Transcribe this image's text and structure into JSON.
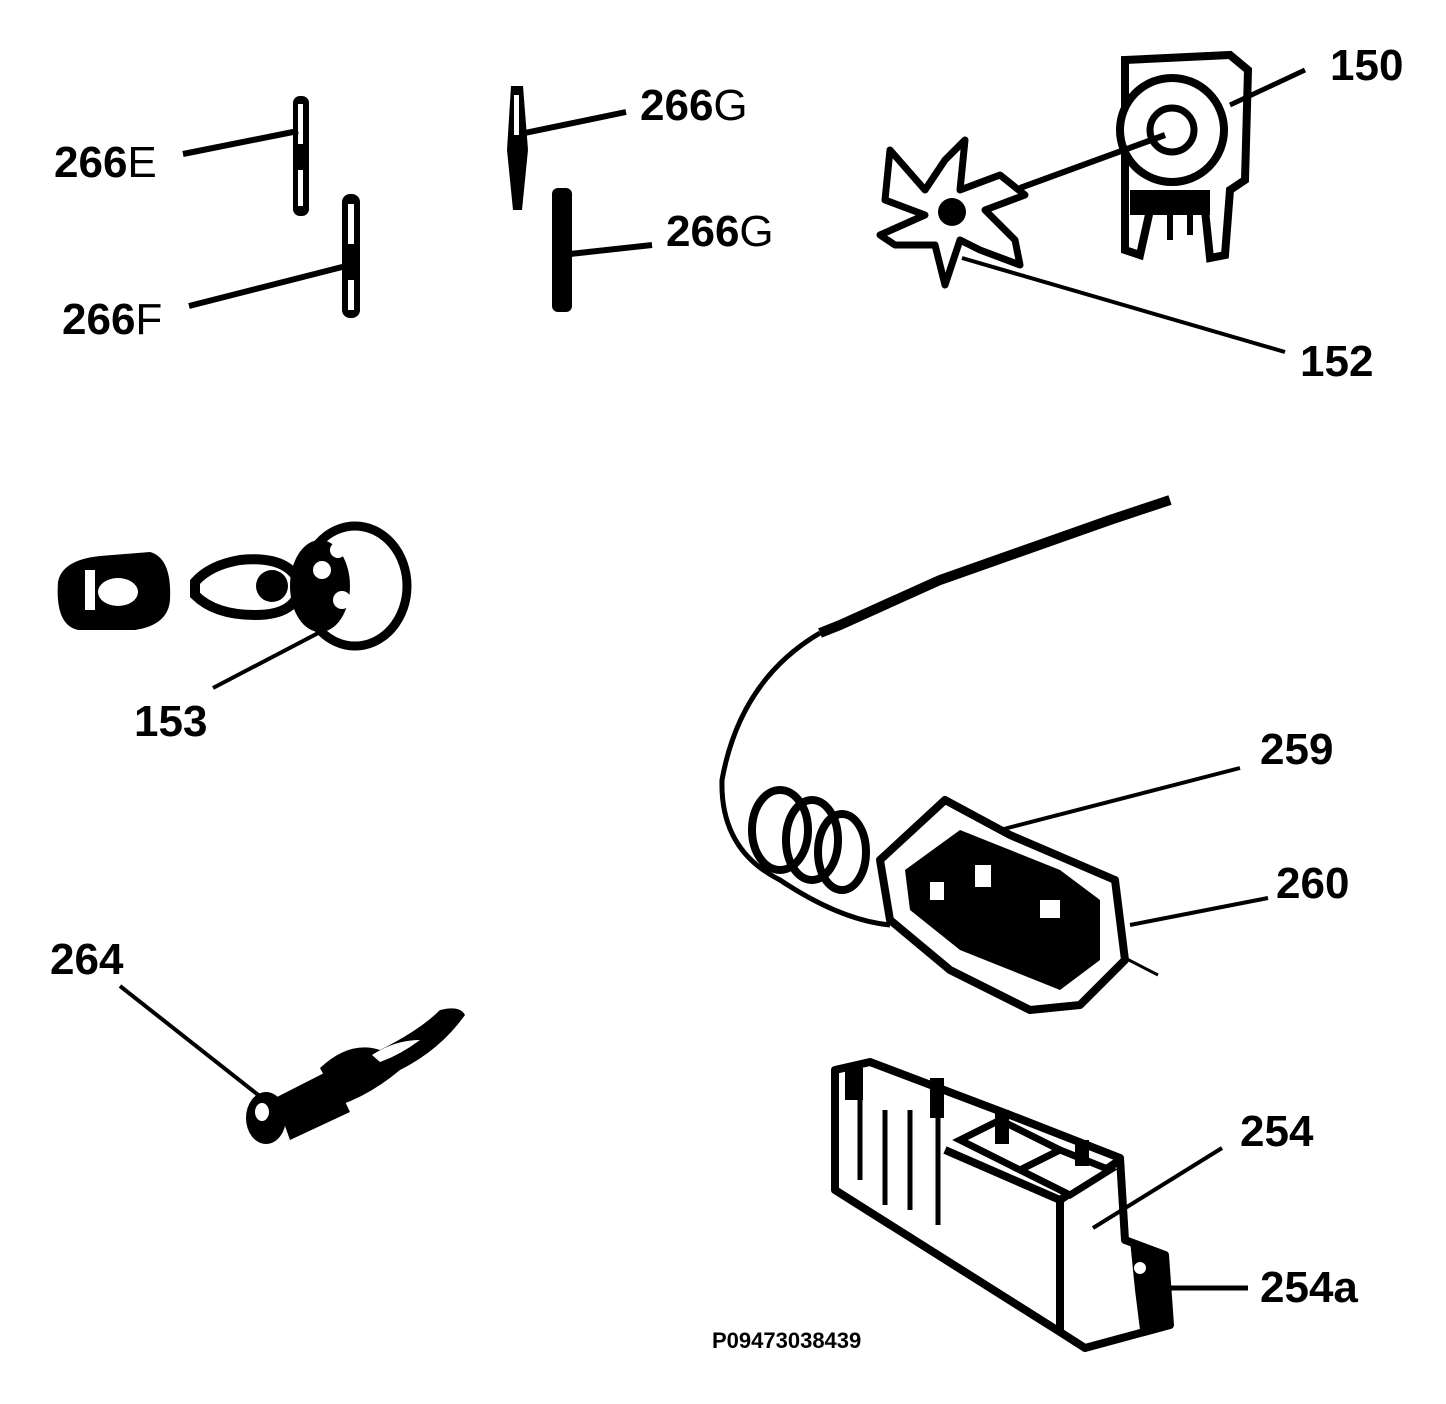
{
  "labels": {
    "l150": "150",
    "l152": "152",
    "l153": "153",
    "l254": "254",
    "l254a": "254a",
    "l259": "259",
    "l260": "260",
    "l264": "264",
    "l266e_num": "266",
    "l266e_suf": "E",
    "l266f_num": "266",
    "l266f_suf": "F",
    "l266g1_num": "266",
    "l266g1_suf": "G",
    "l266g2_num": "266",
    "l266g2_suf": "G"
  },
  "drawing_code": "P09473038439",
  "colors": {
    "ink": "#000000",
    "background": "#ffffff"
  }
}
